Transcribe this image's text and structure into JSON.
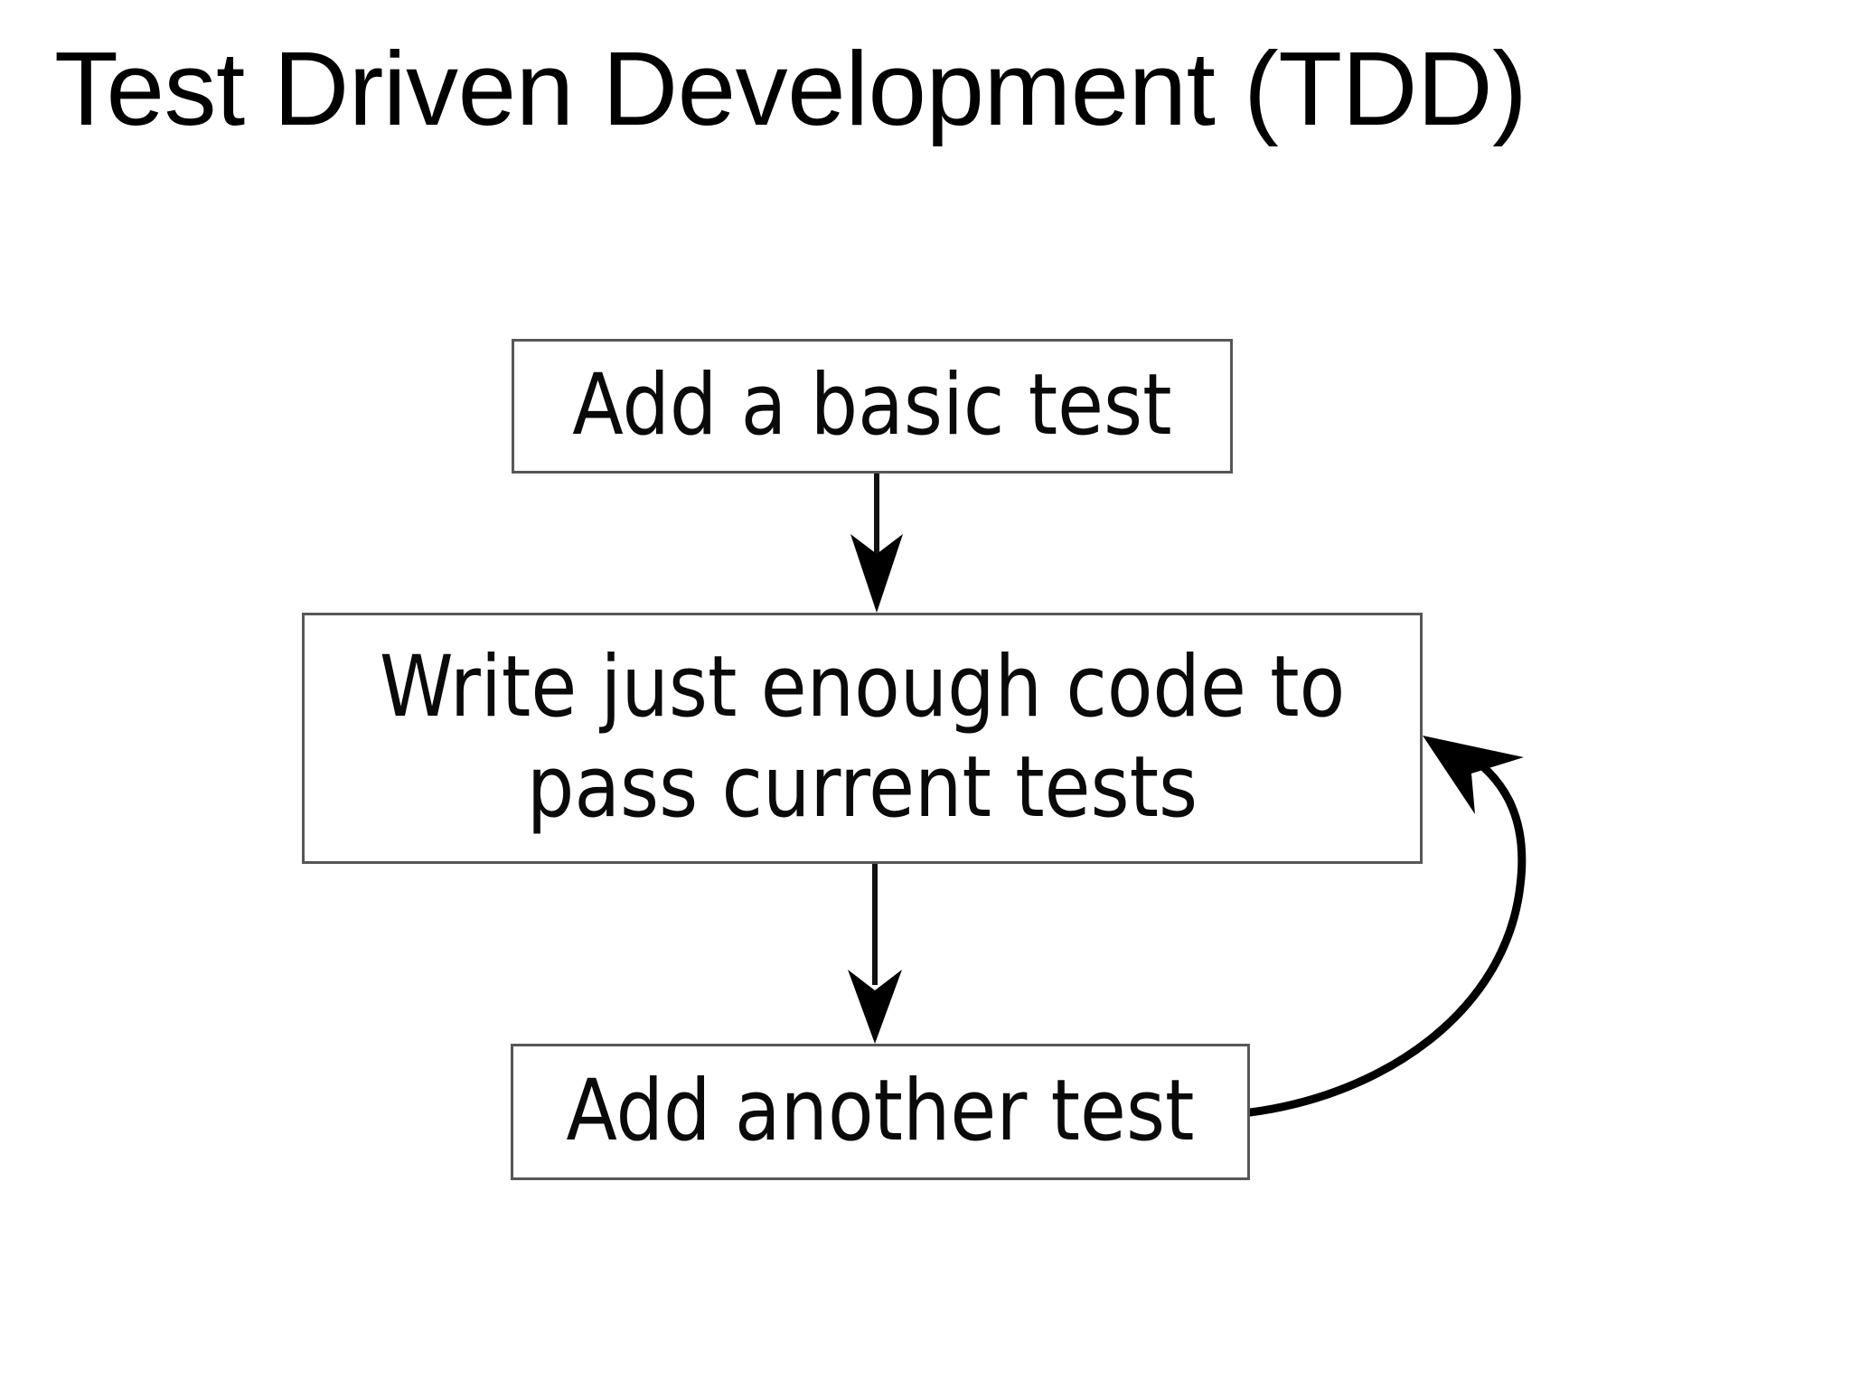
{
  "slide": {
    "title": "Test Driven Development (TDD)",
    "background_color": "#ffffff"
  },
  "diagram": {
    "type": "flowchart",
    "orientation": "vertical-with-feedback-loop",
    "box_border_color": "#575757",
    "box_fill_color": "#ffffff",
    "arrow_color": "#000000",
    "nodes": [
      {
        "id": "add-basic-test",
        "label": "Add a basic test",
        "order": 1
      },
      {
        "id": "write-code",
        "label": "Write just enough code to\npass current tests",
        "order": 2
      },
      {
        "id": "add-another-test",
        "label": "Add another test",
        "order": 3
      }
    ],
    "edges": [
      {
        "id": "edge-1",
        "from": "add-basic-test",
        "to": "write-code",
        "style": "straight-down",
        "arrowhead": "barbed"
      },
      {
        "id": "edge-2",
        "from": "write-code",
        "to": "add-another-test",
        "style": "straight-down",
        "arrowhead": "barbed"
      },
      {
        "id": "edge-3-feedback-loop",
        "from": "add-another-test",
        "to": "write-code",
        "style": "curved-right-loop",
        "arrowhead": "barbed"
      }
    ]
  }
}
